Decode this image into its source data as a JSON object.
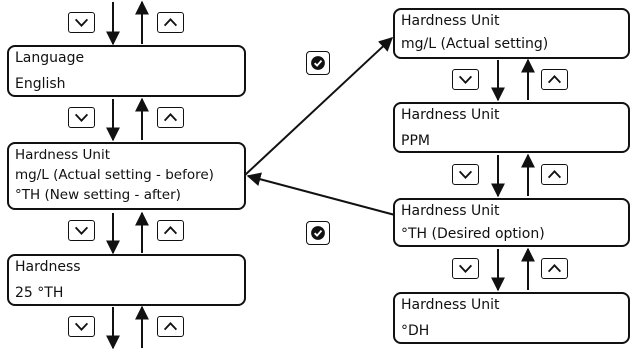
{
  "left_menu": {
    "language_box": {
      "title": "Language",
      "value": "English"
    },
    "hardness_unit_box": {
      "title": "Hardness Unit",
      "line1": "mg/L (Actual setting - before)",
      "line2": "°TH (New setting - after)"
    },
    "hardness_box": {
      "title": "Hardness",
      "value": "25 °TH"
    }
  },
  "right_menu": {
    "box1": {
      "title": "Hardness Unit",
      "value": "mg/L (Actual setting)"
    },
    "box2": {
      "title": "Hardness Unit",
      "value": "PPM"
    },
    "box3": {
      "title": "Hardness Unit",
      "value": "°TH (Desired option)"
    },
    "box4": {
      "title": "Hardness Unit",
      "value": "°DH"
    }
  },
  "icons": {
    "down_button": "chevron-down-icon",
    "up_button": "chevron-up-icon",
    "confirm": "check-circle-icon"
  }
}
